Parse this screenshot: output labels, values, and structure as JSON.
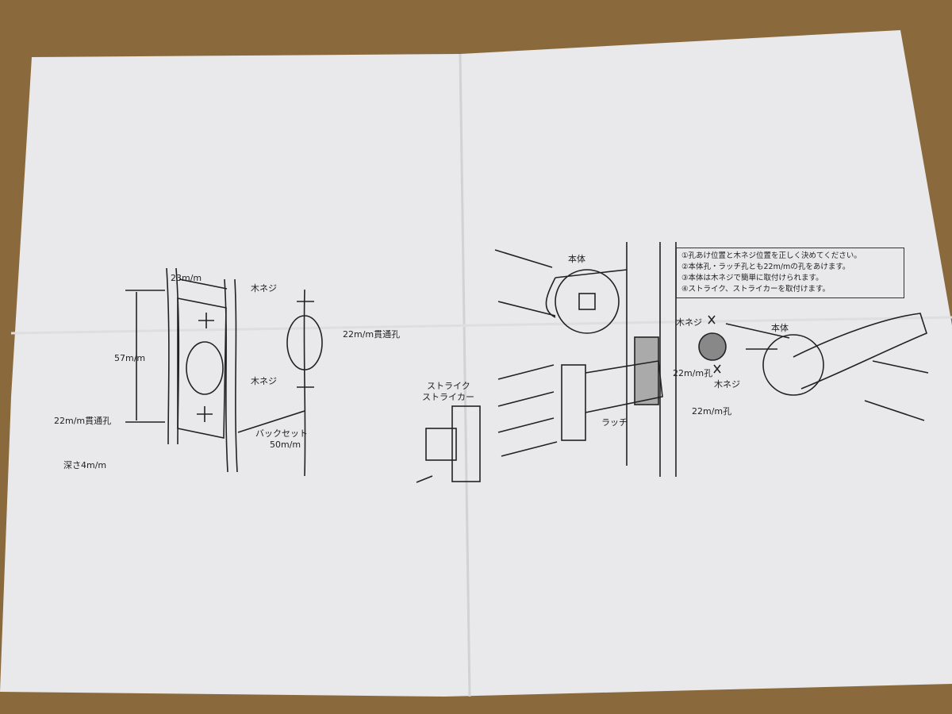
{
  "colors": {
    "table": "#8a6a3c",
    "paper": "#e9e8ea",
    "ink": "#222222"
  },
  "left_diagram": {
    "width_dim": "23m/m",
    "height_dim": "57m/m",
    "screw_top": "木ネジ",
    "screw_bottom": "木ネジ",
    "through_hole_left": "22m/m貫通孔",
    "through_hole_right": "22m/m貫通孔",
    "depth": "深さ4m/m",
    "backset_label": "バックセット",
    "backset_value": "50m/m"
  },
  "right_diagram": {
    "body_top": "本体",
    "strike": "ストライク",
    "striker": "ストライカー",
    "latch": "ラッチ",
    "latch_hole": "22m/m孔",
    "screw_top": "木ネジ",
    "hole_mid": "22m/m孔",
    "screw_bottom": "木ネジ",
    "body_right": "本体"
  },
  "instructions": [
    "①孔あけ位置と木ネジ位置を正しく決めてください。",
    "②本体孔・ラッチ孔とも22m/mの孔をあけます。",
    "③本体は木ネジで簡単に取付けられます。",
    "④ストライク、ストライカーを取付けます。"
  ]
}
